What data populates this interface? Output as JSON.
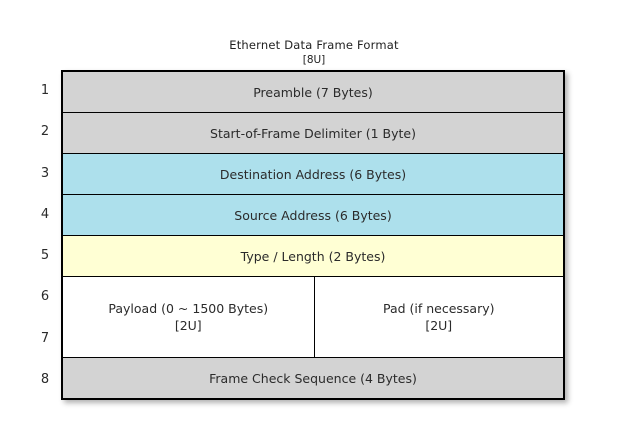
{
  "title": {
    "main": "Ethernet Data Frame Format",
    "sub": "[8U]"
  },
  "row_numbers": [
    "1",
    "2",
    "3",
    "4",
    "5",
    "6",
    "7",
    "8"
  ],
  "colors": {
    "gray": "#d3d3d3",
    "blue": "#ade0ec",
    "yellow": "#ffffd4",
    "white": "#ffffff",
    "border": "#000000",
    "text": "#2b2b2b",
    "background": "#ffffff"
  },
  "rows": [
    {
      "index": "1",
      "label": "Preamble (7 Bytes)",
      "sub": "",
      "fill": "gray"
    },
    {
      "index": "2",
      "label": "Start-of-Frame Delimiter (1 Byte)",
      "sub": "",
      "fill": "gray"
    },
    {
      "index": "3",
      "label": "Destination Address (6 Bytes)",
      "sub": "",
      "fill": "blue"
    },
    {
      "index": "4",
      "label": "Source Address (6 Bytes)",
      "sub": "",
      "fill": "blue"
    },
    {
      "index": "5",
      "label": "Type / Length (2 Bytes)",
      "sub": "",
      "fill": "yellow"
    },
    {
      "index": "6-7",
      "label": "",
      "sub": "",
      "fill": "white",
      "split": {
        "left": {
          "label": "Payload (0 ~ 1500 Bytes)",
          "sub": "[2U]"
        },
        "right": {
          "label": "Pad (if necessary)",
          "sub": "[2U]"
        }
      }
    },
    {
      "index": "8",
      "label": "Frame Check Sequence (4 Bytes)",
      "sub": "",
      "fill": "gray"
    }
  ]
}
